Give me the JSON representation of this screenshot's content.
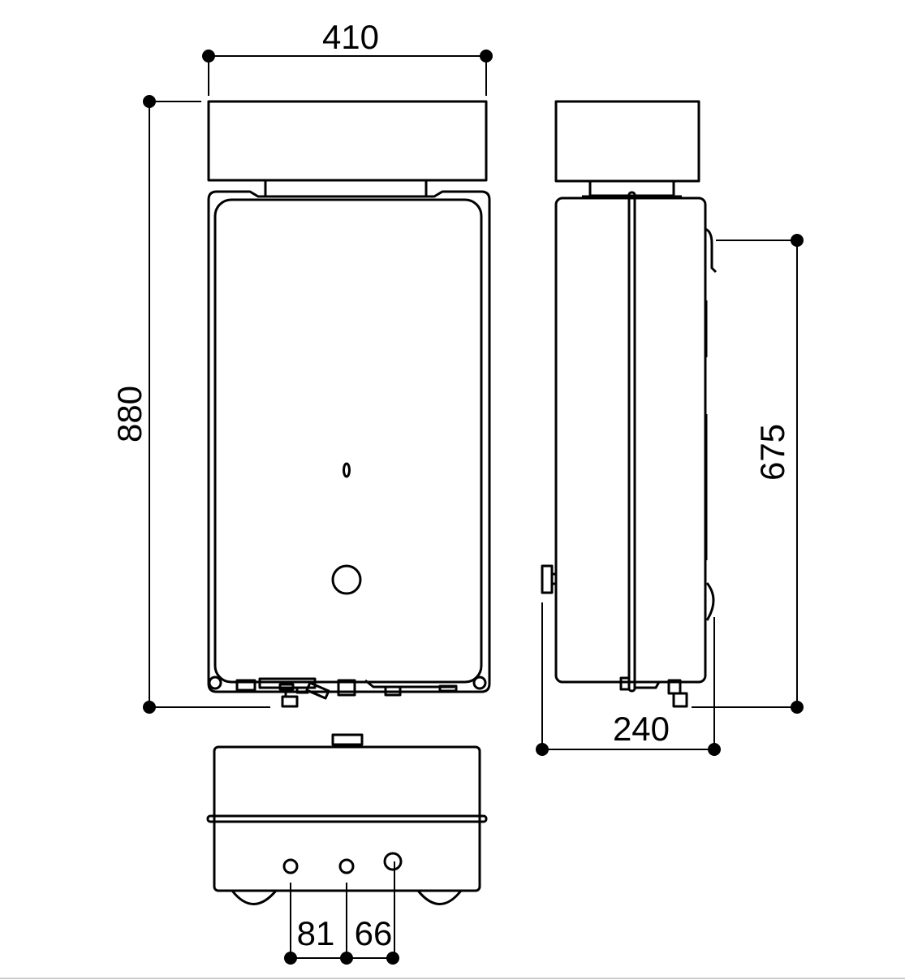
{
  "dimensions": {
    "width": "410",
    "height": "880",
    "side_height": "675",
    "depth": "240",
    "spacing_left": "81",
    "spacing_right": "66"
  },
  "colors": {
    "line": "#000000",
    "background": "#ffffff"
  }
}
